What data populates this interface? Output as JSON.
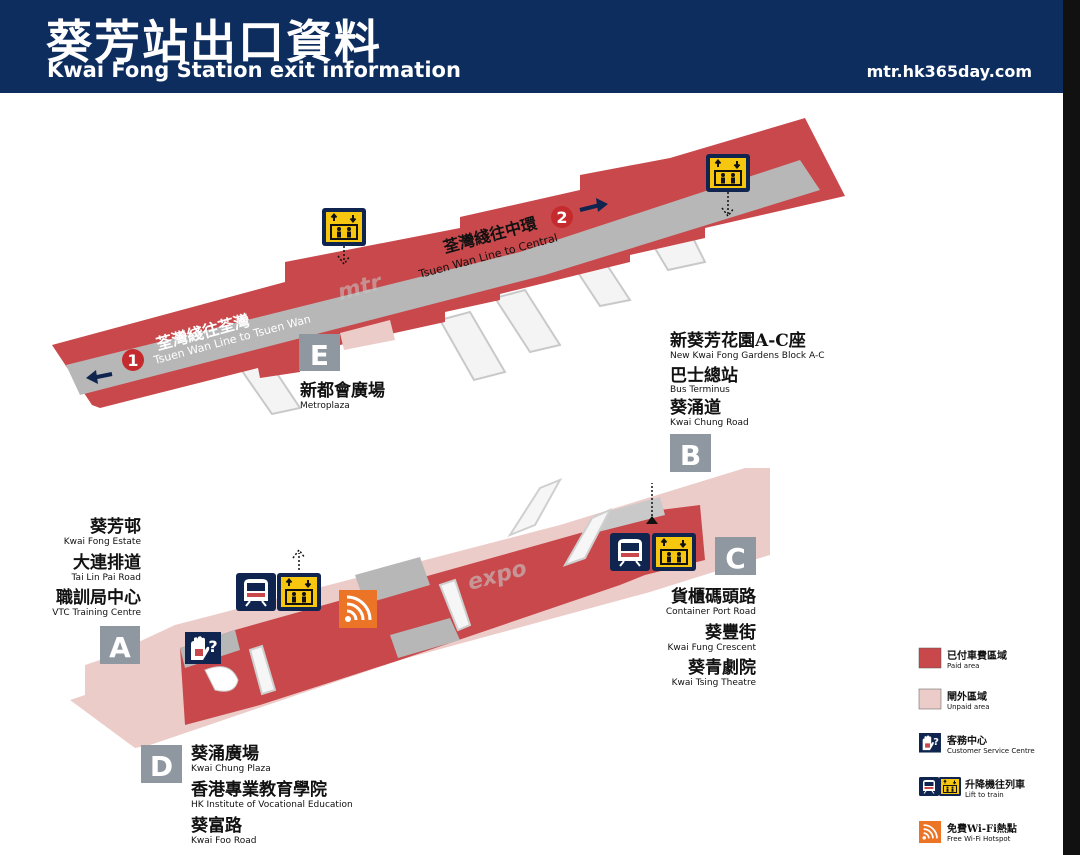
{
  "header": {
    "title_zh": "葵芳站出口資料",
    "title_en": "Kwai Fong Station exit information",
    "website": "mtr.hk365day.com"
  },
  "platforms": {
    "p1_zh": "荃灣綫往荃灣",
    "p1_en": "Tsuen Wan Line to Tsuen Wan",
    "p1_number": "1",
    "p2_zh": "荃灣綫往中環",
    "p2_en": "Tsuen Wan Line to Central",
    "p2_number": "2"
  },
  "watermarks": {
    "upper": "mtr",
    "lower": "expo"
  },
  "exits": {
    "A": {
      "letter": "A",
      "destinations": [
        {
          "zh": "葵芳邨",
          "en": "Kwai Fong Estate"
        },
        {
          "zh": "大連排道",
          "en": "Tai Lin Pai Road"
        },
        {
          "zh": "職訓局中心",
          "en": "VTC Training Centre"
        }
      ]
    },
    "B": {
      "letter": "B",
      "destinations": [
        {
          "zh": "新葵芳花園A-C座",
          "en": "New Kwai Fong Gardens Block A-C"
        },
        {
          "zh": "巴士總站",
          "en": "Bus Terminus"
        },
        {
          "zh": "葵涌道",
          "en": "Kwai Chung Road"
        }
      ]
    },
    "C": {
      "letter": "C",
      "destinations": [
        {
          "zh": "貨櫃碼頭路",
          "en": "Container Port Road"
        },
        {
          "zh": "葵豐街",
          "en": "Kwai Fung Crescent"
        },
        {
          "zh": "葵青劇院",
          "en": "Kwai Tsing Theatre"
        }
      ]
    },
    "D": {
      "letter": "D",
      "destinations": [
        {
          "zh": "葵涌廣場",
          "en": "Kwai Chung Plaza"
        },
        {
          "zh": "香港專業教育學院",
          "en": "HK Institute of Vocational Education"
        },
        {
          "zh": "葵富路",
          "en": "Kwai Foo Road"
        }
      ]
    },
    "E": {
      "letter": "E",
      "destinations": [
        {
          "zh": "新都會廣場",
          "en": "Metroplaza"
        }
      ]
    }
  },
  "legend": [
    {
      "zh": "已付車費區域",
      "en": "Paid area",
      "icon": "paid-area-swatch"
    },
    {
      "zh": "閘外區域",
      "en": "Unpaid area",
      "icon": "unpaid-area-swatch"
    },
    {
      "zh": "客務中心",
      "en": "Customer Service Centre",
      "icon": "customer-service-icon"
    },
    {
      "zh": "升降機往列車",
      "en": "Lift to train",
      "icon": "lift-to-train-icon"
    },
    {
      "zh": "免費Wi-Fi熱點",
      "en": "Free Wi-Fi Hotspot",
      "icon": "wifi-icon"
    }
  ],
  "colors": {
    "header_bg": "#0d2d5e",
    "paid_area": "#c8484b",
    "unpaid_area": "#ecccc9",
    "exit_box": "#8f98a1",
    "icon_navy": "#0f2550",
    "icon_yellow": "#f7c60f",
    "wifi_orange": "#ec7426",
    "platform_number_red": "#c42a2e"
  }
}
